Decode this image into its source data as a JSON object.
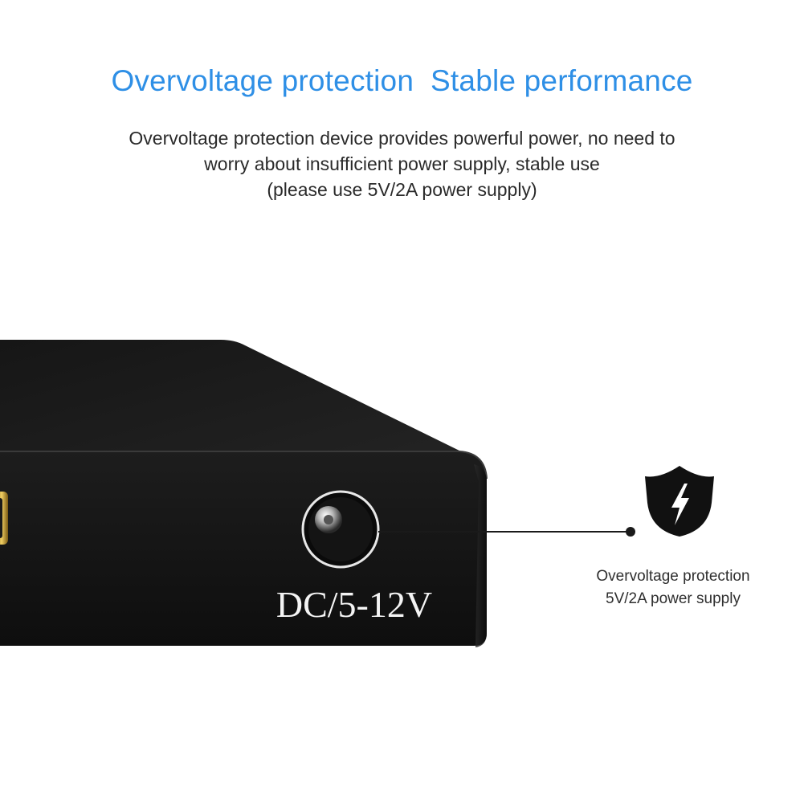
{
  "headline": "Overvoltage protection  Stable performance",
  "description": {
    "line1": "Overvoltage protection device provides powerful power, no need to",
    "line2": "worry about insufficient power supply, stable use",
    "line3": "(please use 5V/2A power supply)"
  },
  "device": {
    "port_label": "DC/5-12V"
  },
  "callout": {
    "line1": "Overvoltage protection",
    "line2": "5V/2A power supply"
  },
  "icons": {
    "badge": "shield-lightning-icon",
    "port": "dc-power-jack-icon"
  },
  "colors": {
    "headline": "#2e8fe6",
    "body_text": "#2a2a2a",
    "device_body": "#151515"
  }
}
